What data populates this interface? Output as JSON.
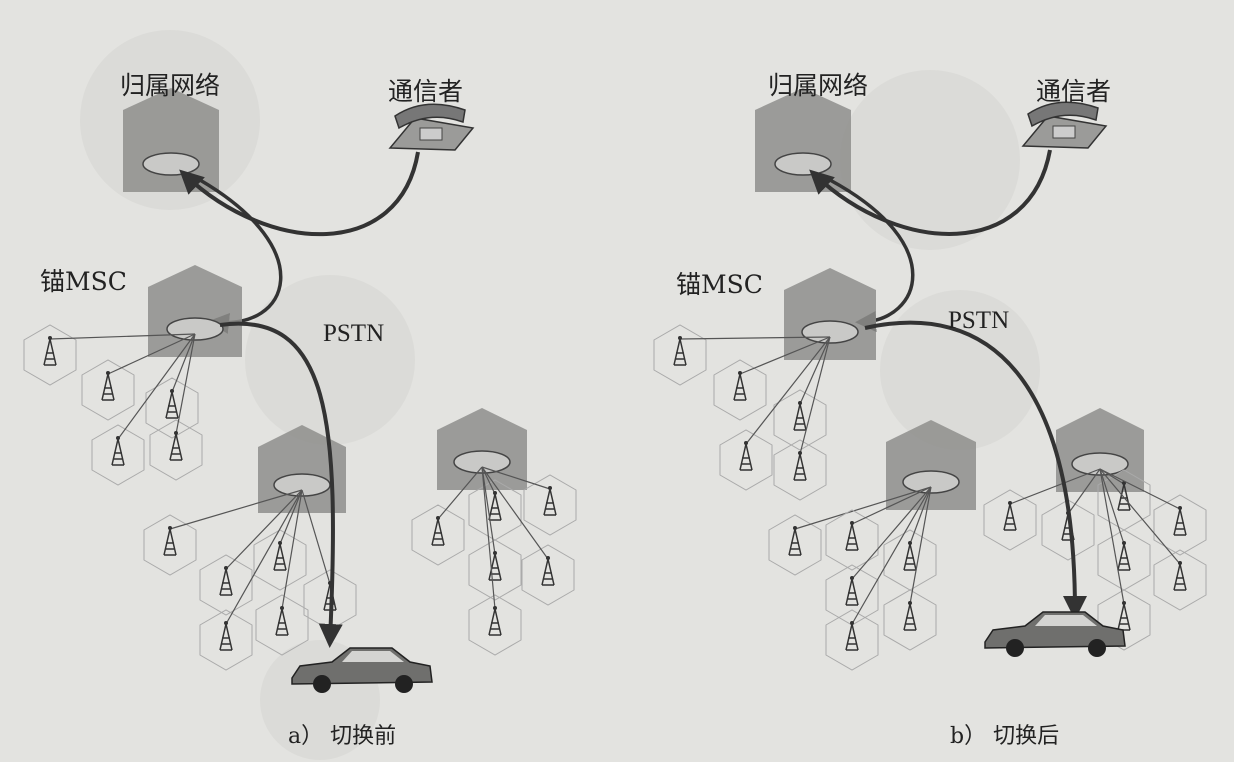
{
  "panels": [
    {
      "caption": "a） 切换前",
      "home_label": "归属网络",
      "correspondent_label": "通信者",
      "anchor_label": "锚MSC",
      "network_label": "PSTN"
    },
    {
      "caption": "b） 切换后",
      "home_label": "归属网络",
      "correspondent_label": "通信者",
      "anchor_label": "锚MSC",
      "network_label": "PSTN"
    }
  ],
  "colors": {
    "background": "#e3e3e0",
    "building": "#8e8e8c",
    "line": "#333333",
    "cell": "#9a9a9a"
  }
}
